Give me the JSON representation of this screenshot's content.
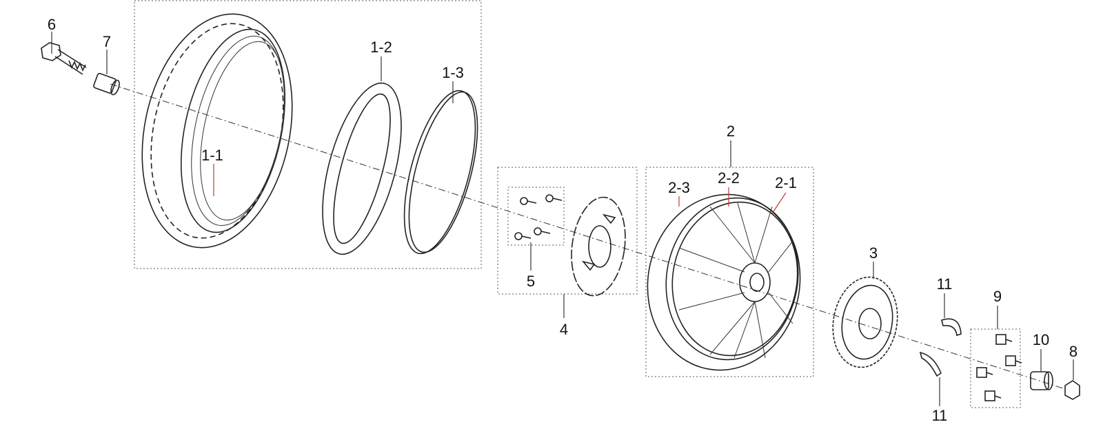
{
  "callouts": {
    "p6": "6",
    "p7": "7",
    "p1_1": "1-1",
    "p1_2": "1-2",
    "p1_3": "1-3",
    "p2": "2",
    "p2_1": "2-1",
    "p2_2": "2-2",
    "p2_3": "2-3",
    "p3": "3",
    "p4": "4",
    "p5": "5",
    "p8": "8",
    "p9": "9",
    "p10": "10",
    "p11_top": "11",
    "p11_bottom": "11"
  },
  "colors": {
    "line": "#222222",
    "leader_highlight": "#c0392b"
  }
}
